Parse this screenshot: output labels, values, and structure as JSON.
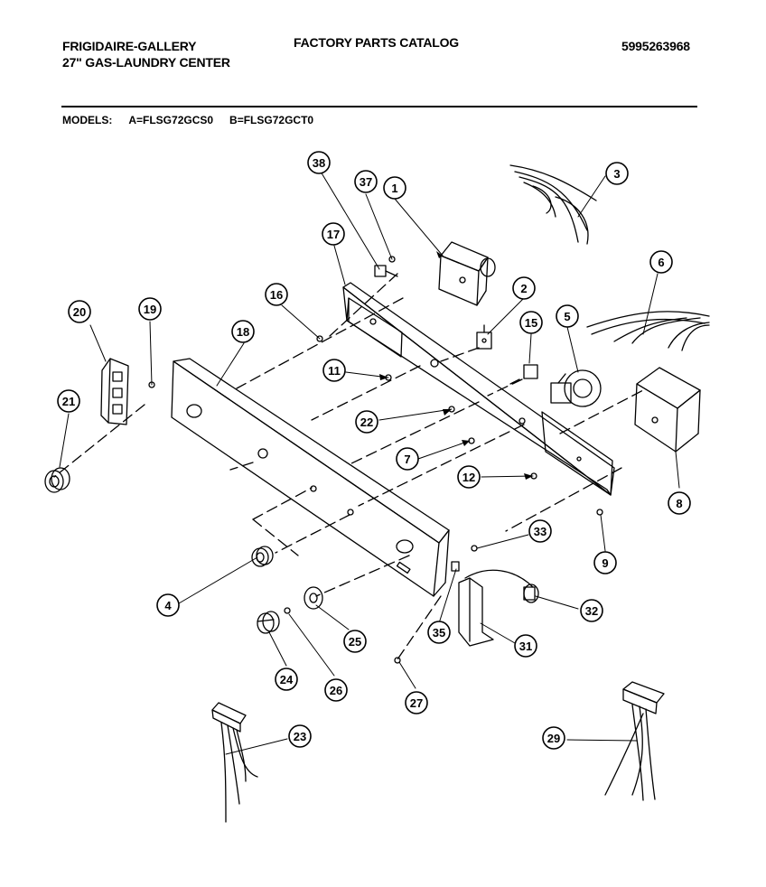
{
  "header": {
    "brand": "FRIGIDAIRE-GALLERY",
    "subtitle": "27\" GAS-LAUNDRY CENTER",
    "catalog": "FACTORY PARTS CATALOG",
    "part_number": "5995263968"
  },
  "models": {
    "label": "MODELS:",
    "a": "A=FLSG72GCS0",
    "b": "B=FLSG72GCT0"
  },
  "callouts": [
    "1",
    "2",
    "3",
    "4",
    "5",
    "6",
    "7",
    "8",
    "9",
    "11",
    "12",
    "15",
    "16",
    "17",
    "18",
    "19",
    "20",
    "21",
    "22",
    "23",
    "24",
    "25",
    "26",
    "27",
    "29",
    "31",
    "32",
    "33",
    "35",
    "37",
    "38"
  ]
}
